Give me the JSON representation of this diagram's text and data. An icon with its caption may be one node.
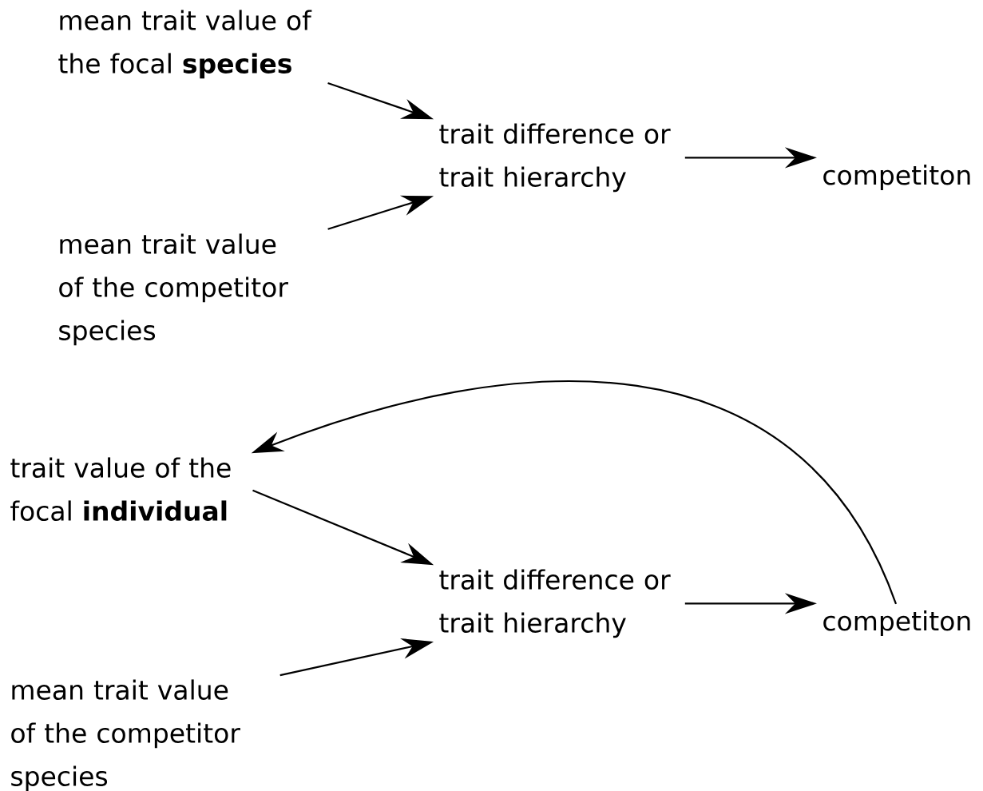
{
  "diagram": {
    "nodes": [
      {
        "text": [
          "mean trait value of the focal **species**"
        ]
      },
      {
        "text": [
          "trait difference or trait hierarchy"
        ]
      },
      {
        "text": [
          "competiton"
        ]
      },
      {
        "text": [
          "mean trait value of the competitor species"
        ]
      },
      {
        "text": [
          "trait value of the focal **individual**"
        ]
      },
      {
        "text": [
          "trait difference or trait hierarchy"
        ]
      },
      {
        "text": [
          "competiton"
        ]
      },
      {
        "text": [
          "mean trait value of the competitor species"
        ]
      }
    ],
    "edges": [
      {
        "from": 0,
        "to": 1,
        "arrow": "to"
      },
      {
        "from": 3,
        "to": 1,
        "arrow": "to"
      },
      {
        "from": 1,
        "to": 2,
        "arrow": "to"
      },
      {
        "from": 6,
        "to": 4,
        "arrow": "to"
      },
      {
        "from": 4,
        "to": 5,
        "arrow": "to"
      },
      {
        "from": 7,
        "to": 5,
        "arrow": "to"
      },
      {
        "from": 5,
        "to": 6,
        "arrow": "to"
      }
    ]
  }
}
